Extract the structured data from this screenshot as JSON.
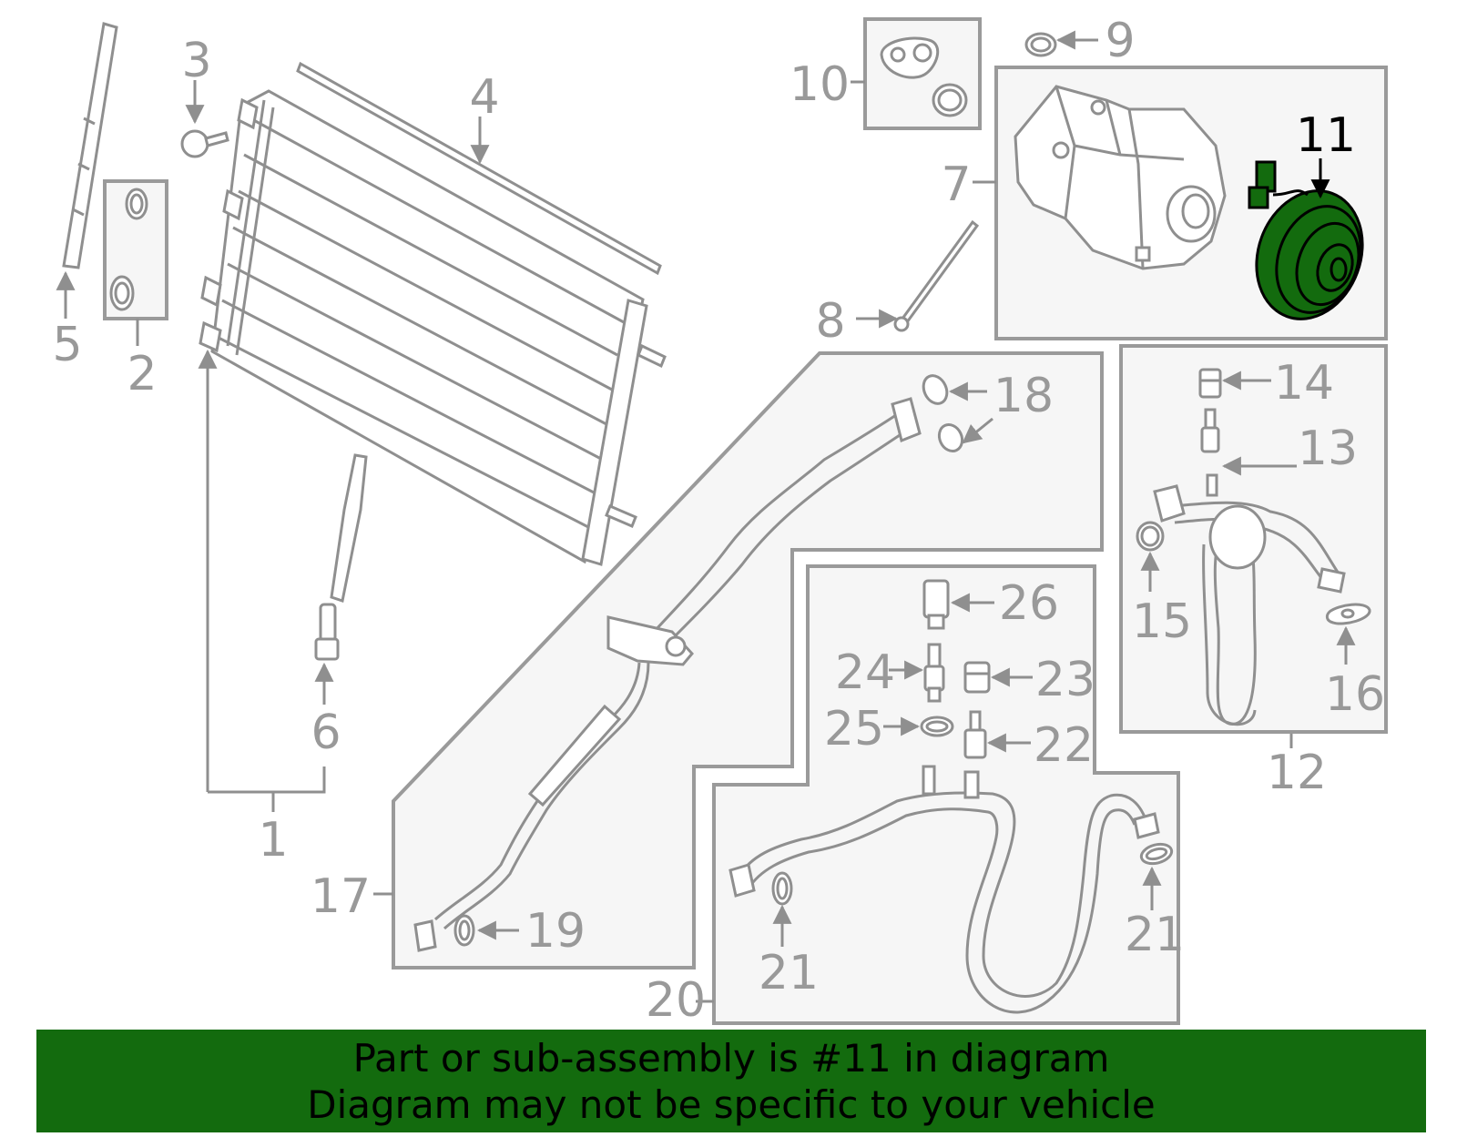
{
  "diagram": {
    "callouts": [
      "1",
      "2",
      "3",
      "4",
      "5",
      "6",
      "7",
      "8",
      "9",
      "10",
      "11",
      "12",
      "13",
      "14",
      "15",
      "16",
      "17",
      "18",
      "19",
      "20",
      "21",
      "21",
      "22",
      "23",
      "24",
      "25",
      "26"
    ],
    "highlighted_callout": "11",
    "highlight_color": "#136b0e",
    "callout_color": "#999999"
  },
  "banner": {
    "line1": "Part or sub-assembly is #11 in diagram",
    "line2": "Diagram may not be specific to your vehicle",
    "background": "#136b0e"
  }
}
